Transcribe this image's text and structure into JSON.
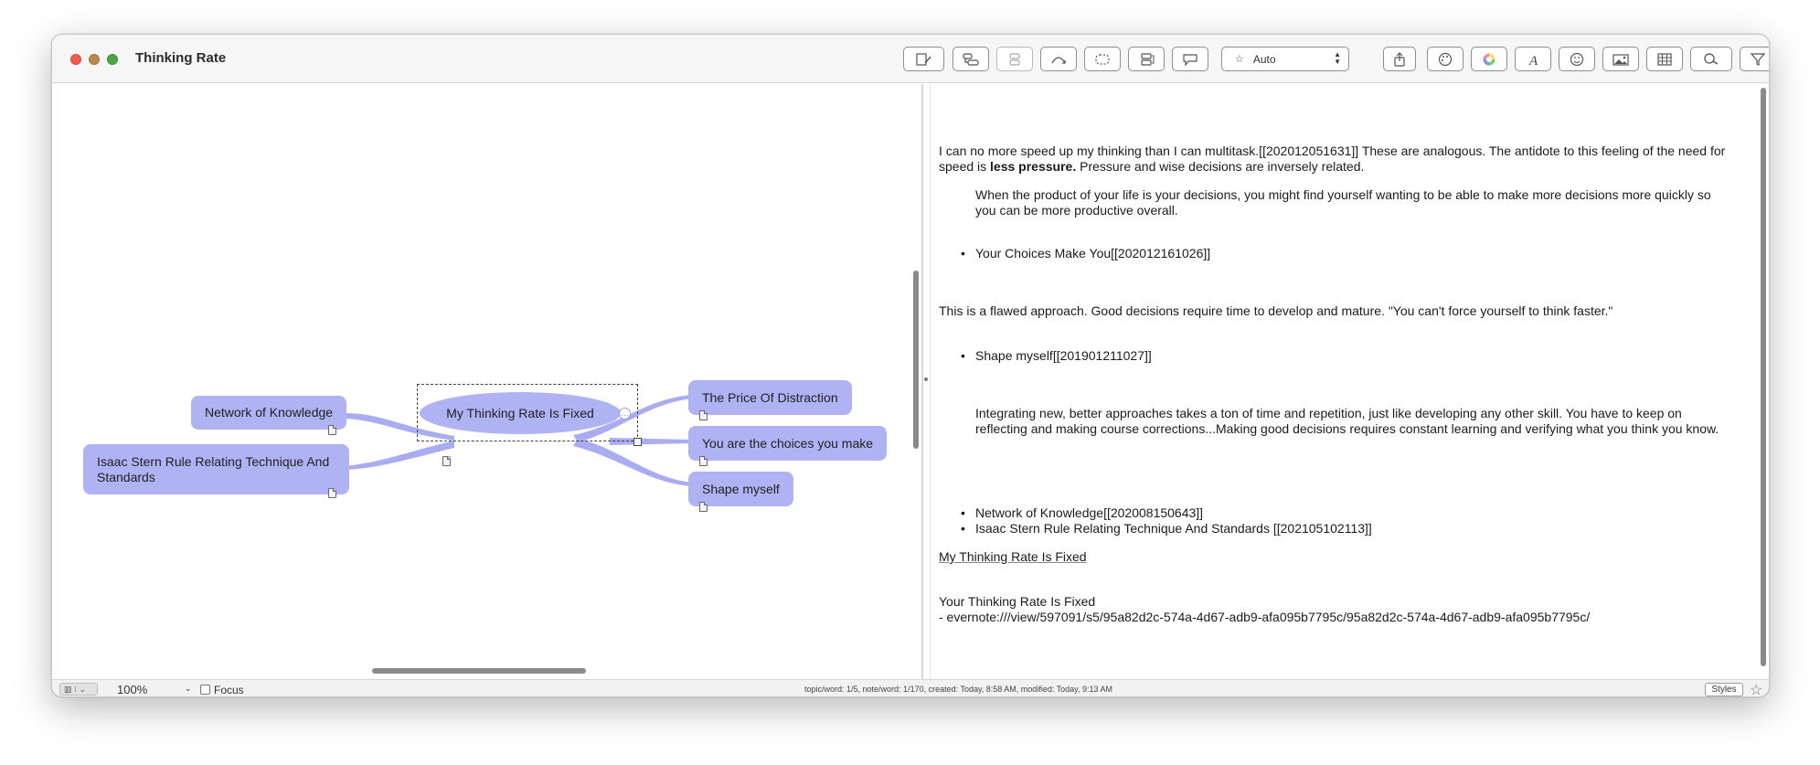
{
  "window": {
    "title": "Thinking Rate"
  },
  "toolbar": {
    "style_select": "Auto",
    "buttons": [
      {
        "name": "new-note-button",
        "icon": "note-pencil-icon"
      },
      {
        "name": "add-topic-button",
        "icon": "topic-icon"
      },
      {
        "name": "add-subtopic-button",
        "icon": "subtopic-icon"
      },
      {
        "name": "relationship-button",
        "icon": "relationship-arrow-icon"
      },
      {
        "name": "boundary-button",
        "icon": "boundary-icon"
      },
      {
        "name": "align-button",
        "icon": "align-icon"
      },
      {
        "name": "callout-button",
        "icon": "callout-icon"
      },
      {
        "name": "share-button",
        "icon": "share-icon"
      },
      {
        "name": "palette-button",
        "icon": "palette-icon"
      },
      {
        "name": "colors-button",
        "icon": "color-wheel-icon"
      },
      {
        "name": "fonts-button",
        "icon": "font-icon"
      },
      {
        "name": "emoji-button",
        "icon": "emoji-icon"
      },
      {
        "name": "image-button",
        "icon": "image-icon"
      },
      {
        "name": "table-button",
        "icon": "table-icon"
      },
      {
        "name": "search-button",
        "icon": "search-icon"
      },
      {
        "name": "filter-button",
        "icon": "filter-icon"
      }
    ]
  },
  "mindmap": {
    "central": "My Thinking Rate Is Fixed",
    "left": [
      "Network of Knowledge",
      "Isaac Stern Rule Relating Technique And Standards"
    ],
    "right": [
      "The Price Of Distraction",
      "You are the choices you make",
      "Shape myself"
    ]
  },
  "notes": {
    "p1_a": "I can no more speed up my thinking than I can multitask.[[202012051631]] These are analogous. The antidote to this feeling of the need for speed is ",
    "p1_bold": "less pressure.",
    "p1_b": " Pressure and wise decisions are inversely related.",
    "quote1": "When the product of your life is your decisions, you might find yourself wanting to be able to make more decisions more quickly so you can be more productive overall.",
    "bullet1": "Your Choices Make You[[202012161026]]",
    "p2": "This is a flawed approach. Good decisions require time to develop and mature. \"You can't force yourself to think faster.\"",
    "bullet2": "Shape myself[[201901211027]]",
    "quote2": "Integrating new, better approaches takes a ton of time and repetition, just like developing any other skill. You have to keep on reflecting and making course corrections...Making good decisions requires constant learning and verifying what you think you know.",
    "bullet3": "Network of Knowledge[[202008150643]]",
    "bullet4": "Isaac Stern Rule Relating Technique And Standards [[202105102113]]",
    "link": "My Thinking Rate Is Fixed",
    "footer_title": "Your Thinking Rate Is Fixed",
    "footer_link": "- evernote:///view/597091/s5/95a82d2c-574a-4d67-adb9-afa095b7795c/95a82d2c-574a-4d67-adb9-afa095b7795c/"
  },
  "statusbar": {
    "zoom": "100%",
    "focus_label": "Focus",
    "info": "topic/word: 1/5, note/word: 1/170, created: Today, 8:58 AM, modified: Today, 9:13 AM",
    "styles_label": "Styles"
  },
  "colors": {
    "node": "#b0b3f3",
    "link": "#a9acf0"
  }
}
